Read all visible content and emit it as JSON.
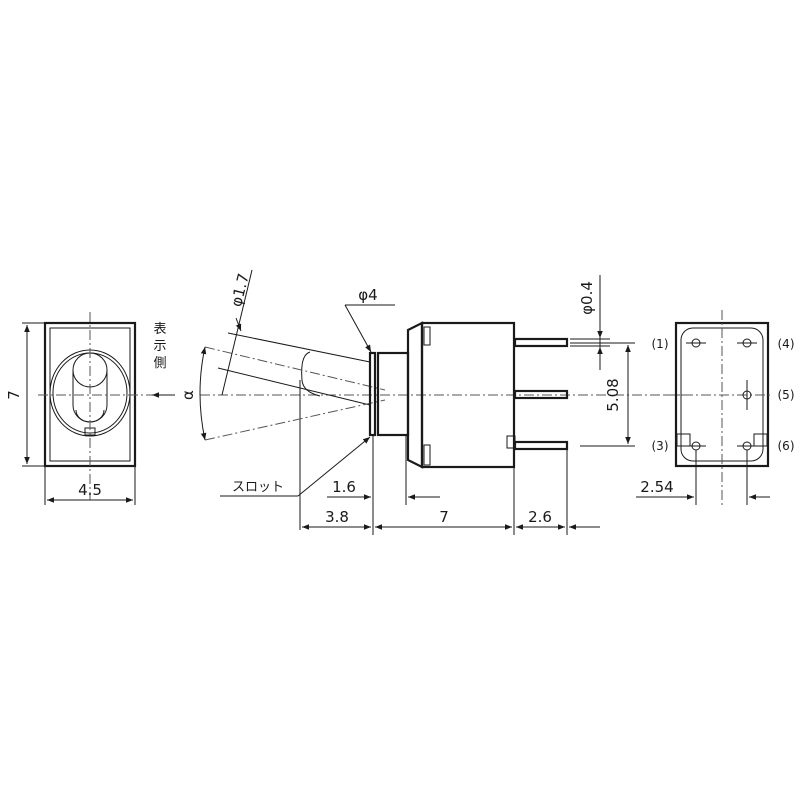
{
  "drawing": {
    "title": "Miniature toggle switch dimensional drawing",
    "units": "mm",
    "front_view": {
      "height_label": "7",
      "width_label": "4.5",
      "display_side_label": "表示側"
    },
    "side_view": {
      "lever_diameter_label": "φ1.7",
      "bushing_diameter_label": "φ4",
      "angle_label": "α",
      "slot_label": "スロット",
      "dims": {
        "bushing_offset": "1.6",
        "lever_length": "3.8",
        "body_length": "7",
        "pin_length": "2.6"
      },
      "pin_diameter_label": "φ0.4",
      "pin_pitch_vertical": "5.08"
    },
    "bottom_view": {
      "pins": [
        {
          "label": "(1)"
        },
        {
          "label": "(4)"
        },
        {
          "label": "(5)"
        },
        {
          "label": "(3)"
        },
        {
          "label": "(6)"
        }
      ],
      "pin_pitch_horizontal": "2.54"
    },
    "colors": {
      "line": "#1a1a1a",
      "background": "#ffffff"
    }
  }
}
